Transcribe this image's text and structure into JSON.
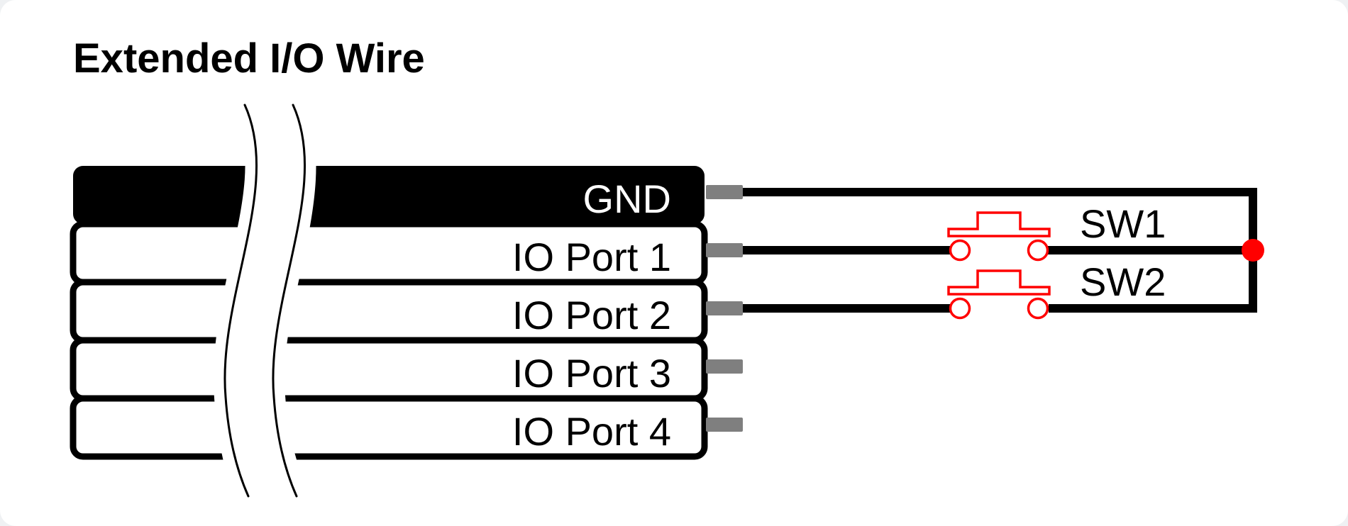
{
  "title": "Extended I/O Wire",
  "colors": {
    "accent-red": "#ff0000",
    "stub-gray": "#7f7f7f",
    "wire-black": "#000000",
    "label-black": "#000000",
    "gnd-text": "#ffffff",
    "card-bg": "#ffffff",
    "page-bg": "#eff1f3"
  },
  "cable": {
    "ports": [
      {
        "label": "GND"
      },
      {
        "label": "IO Port 1"
      },
      {
        "label": "IO Port 2"
      },
      {
        "label": "IO Port 3"
      },
      {
        "label": "IO Port 4"
      }
    ]
  },
  "circuit": {
    "switches": [
      {
        "label": "SW1"
      },
      {
        "label": "SW2"
      }
    ]
  }
}
